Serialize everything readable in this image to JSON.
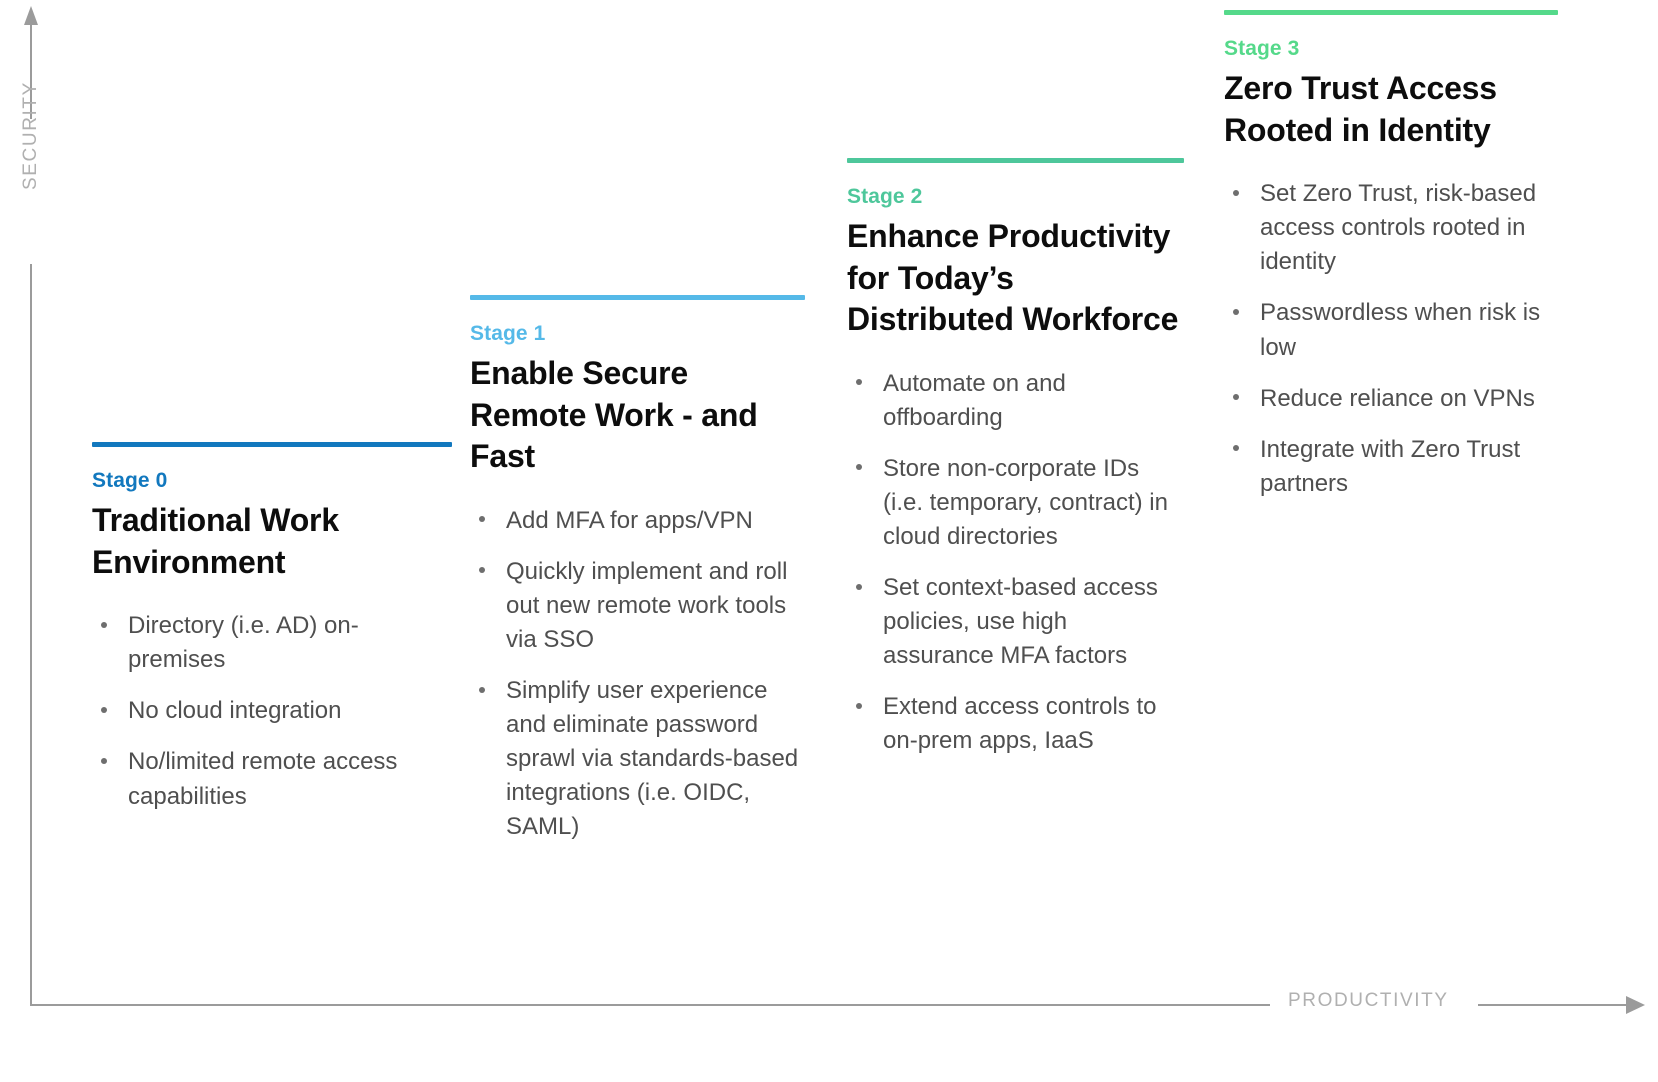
{
  "axes": {
    "y_label": "SECURITY",
    "x_label": "PRODUCTIVITY",
    "axis_color": "#9b9b9b",
    "label_color": "#b0b0b0"
  },
  "chart_data": {
    "type": "diagram",
    "title": "",
    "xlabel": "PRODUCTIVITY",
    "ylabel": "SECURITY",
    "stages": [
      {
        "eyebrow": "Stage 0",
        "title": "Traditional Work Environment",
        "color": "#1278be",
        "bullets": [
          "Directory (i.e. AD) on-premises",
          "No cloud integration",
          "No/limited remote access capabilities"
        ]
      },
      {
        "eyebrow": "Stage 1",
        "title": "Enable Secure Remote Work - and Fast",
        "color": "#55b9e8",
        "bullets": [
          "Add MFA for apps/VPN",
          "Quickly implement and roll out new remote work tools via SSO",
          "Simplify user experience and eliminate password sprawl via standards-based integrations (i.e. OIDC, SAML)"
        ]
      },
      {
        "eyebrow": "Stage 2",
        "title": "Enhance Productivity for Today’s Distributed Workforce",
        "color": "#4ec79b",
        "bullets": [
          "Automate on and offboarding",
          "Store non-corporate IDs (i.e. temporary, contract) in cloud directories",
          "Set context-based access policies, use high assurance MFA factors",
          "Extend access controls to on-prem apps, IaaS"
        ]
      },
      {
        "eyebrow": "Stage 3",
        "title": "Zero Trust Access Rooted in Identity",
        "color": "#55d98a",
        "bullets": [
          "Set Zero Trust, risk-based access controls rooted in identity",
          "Passwordless when risk is low",
          "Reduce reliance on VPNs",
          "Integrate with Zero Trust partners"
        ]
      }
    ]
  }
}
